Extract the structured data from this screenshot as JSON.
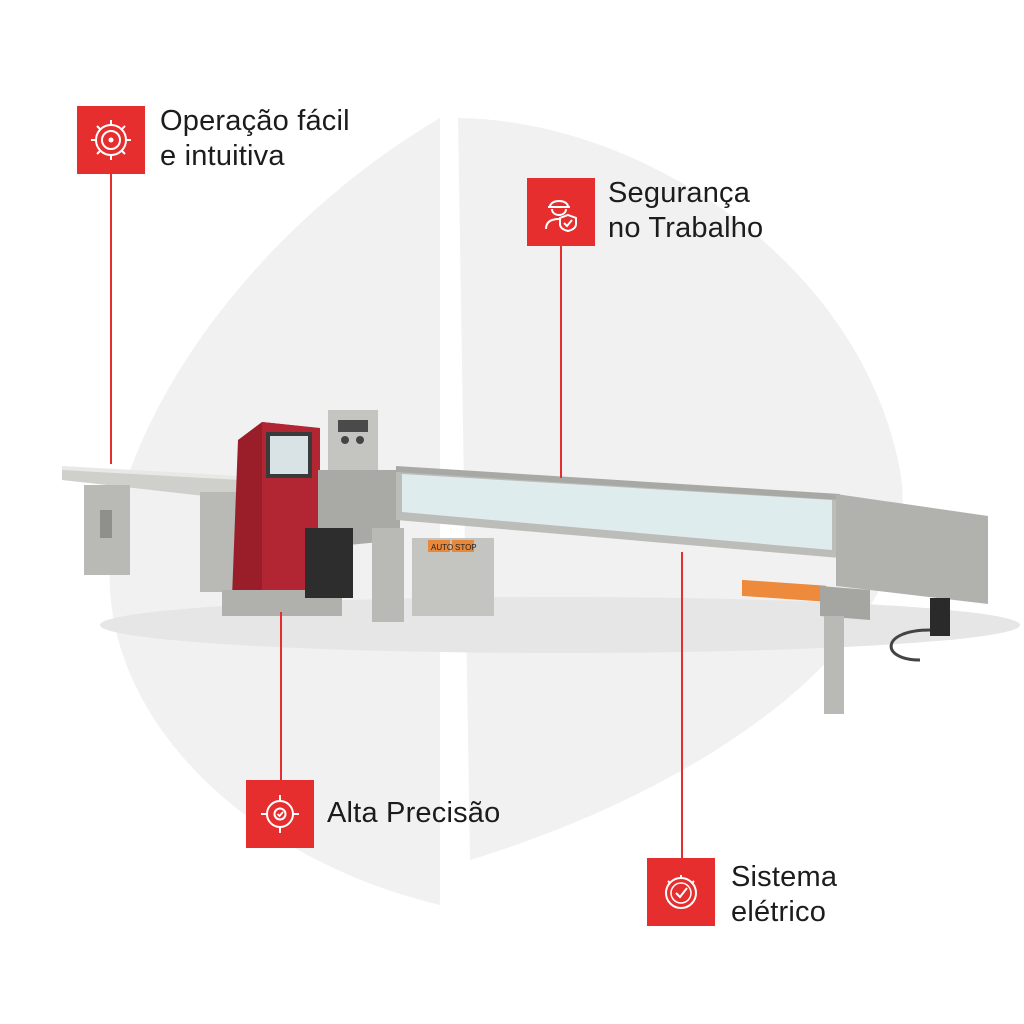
{
  "features": [
    {
      "id": "easy-operation",
      "icon": "saw-blade-icon",
      "lines": [
        "Operação fácil",
        "e intuitiva"
      ]
    },
    {
      "id": "work-safety",
      "icon": "worker-helmet-shield-icon",
      "lines": [
        "Segurança",
        "no Trabalho"
      ]
    },
    {
      "id": "high-precision",
      "icon": "target-check-icon",
      "lines": [
        "Alta Precisão"
      ]
    },
    {
      "id": "electric-system",
      "icon": "gauge-check-icon",
      "lines": [
        "Sistema",
        "elétrico"
      ]
    }
  ],
  "machine": {
    "stop_labels": [
      "AUTO",
      "STOP"
    ]
  },
  "colors": {
    "accent": "#e62e2e",
    "background": "#ffffff",
    "shape": "#f2f2f2",
    "machine_body": "#b9b9b6",
    "cabinet": "#9a1e2a"
  }
}
